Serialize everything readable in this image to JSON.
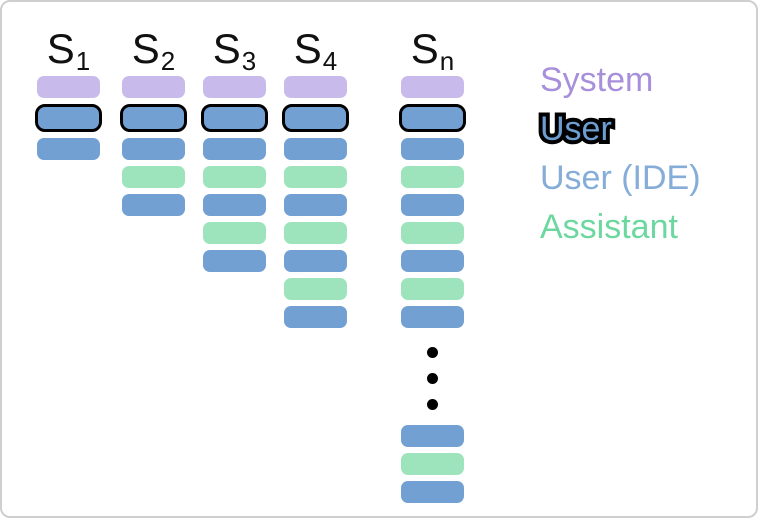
{
  "diagram": {
    "columns": [
      {
        "id": "s1",
        "label_base": "S",
        "label_sub": "1",
        "blocks": [
          "system",
          "user",
          "ide"
        ]
      },
      {
        "id": "s2",
        "label_base": "S",
        "label_sub": "2",
        "blocks": [
          "system",
          "user",
          "ide",
          "assistant",
          "ide"
        ]
      },
      {
        "id": "s3",
        "label_base": "S",
        "label_sub": "3",
        "blocks": [
          "system",
          "user",
          "ide",
          "assistant",
          "ide",
          "assistant",
          "ide"
        ]
      },
      {
        "id": "s4",
        "label_base": "S",
        "label_sub": "4",
        "blocks": [
          "system",
          "user",
          "ide",
          "assistant",
          "ide",
          "assistant",
          "ide",
          "assistant",
          "ide"
        ]
      },
      {
        "id": "sn",
        "label_base": "S",
        "label_sub": "n",
        "blocks": [
          "system",
          "user",
          "ide",
          "assistant",
          "ide",
          "assistant",
          "ide",
          "assistant",
          "ide"
        ],
        "ellipsis": true,
        "ellipsis_dot_count": 3,
        "blocks_after_ellipsis": [
          "ide",
          "assistant",
          "ide"
        ]
      }
    ],
    "colors": {
      "system": "#c9baec",
      "user": "#72a0d3",
      "user_outline": "#000000",
      "ide": "#72a0d3",
      "assistant": "#9de4bd",
      "ellipsis_dot": "#000000"
    }
  },
  "legend": {
    "items": [
      {
        "label": "System",
        "color": "#a78fdb",
        "style": "plain"
      },
      {
        "label": "User",
        "color": "#6d9ed1",
        "style": "outlined",
        "outline_color": "#000000"
      },
      {
        "label": "User (IDE)",
        "color": "#85add8",
        "style": "plain"
      },
      {
        "label": "Assistant",
        "color": "#6cd8a0",
        "style": "plain"
      }
    ]
  }
}
